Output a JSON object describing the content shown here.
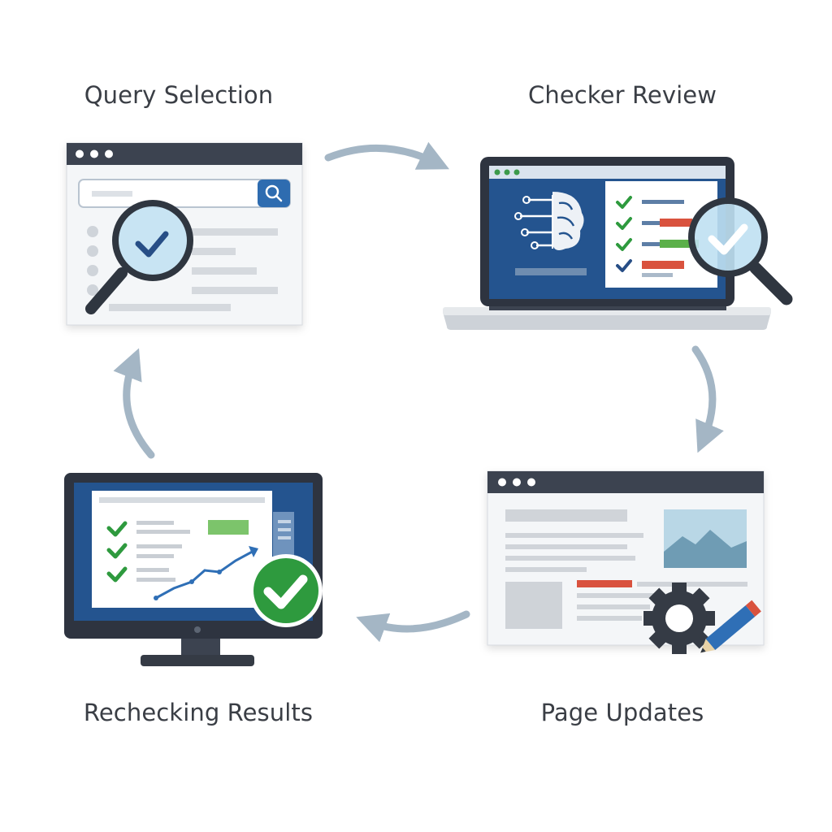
{
  "steps": [
    {
      "title": "Query Selection",
      "icon": "browser-search-icon"
    },
    {
      "title": "Checker Review",
      "icon": "laptop-ai-checklist-icon"
    },
    {
      "title": "Page Updates",
      "icon": "browser-edit-gear-icon"
    },
    {
      "title": "Rechecking Results",
      "icon": "monitor-results-icon"
    }
  ],
  "colors": {
    "frame": "#3c4350",
    "screen_blue": "#24548f",
    "check_green": "#2e9a3e",
    "bar_red": "#d9523e",
    "bar_green": "#5bb04a",
    "arrow": "#a4b6c5",
    "magnifier_lens": "#bfe0f2"
  }
}
